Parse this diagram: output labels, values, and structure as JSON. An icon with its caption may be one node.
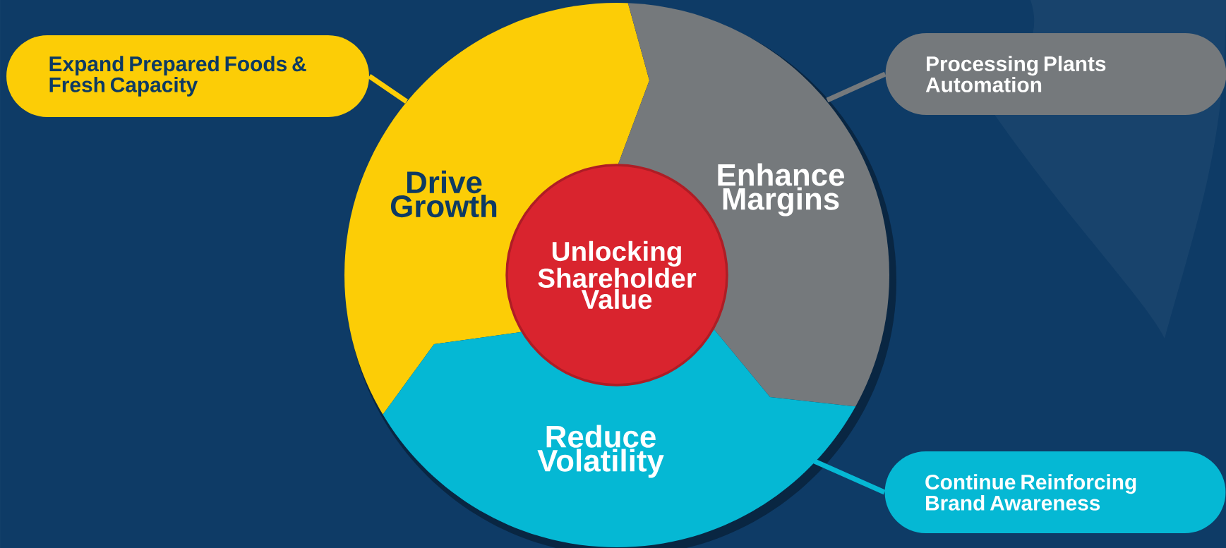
{
  "diagram": {
    "nodes": [
      {
        "text": [
          "Expand Prepared Foods & Fresh Capacity"
        ]
      },
      {
        "text": [
          "Drive Growth"
        ]
      },
      {
        "text": [
          "Processing Plants Automation"
        ]
      },
      {
        "text": [
          "Enhance Margins"
        ]
      },
      {
        "text": [
          "Unlocking Shareholder Value"
        ]
      },
      {
        "text": [
          "Reduce Volatility"
        ]
      },
      {
        "text": [
          "Continue Reinforcing Brand Awareness"
        ]
      }
    ],
    "edges": [
      {
        "from": 0,
        "to": 1,
        "arrow": "none",
        "color": "#fccd06"
      },
      {
        "from": 2,
        "to": 3,
        "arrow": "none",
        "color": "#75797c"
      },
      {
        "from": 6,
        "to": 5,
        "arrow": "none",
        "color": "#05b8d4"
      }
    ]
  }
}
